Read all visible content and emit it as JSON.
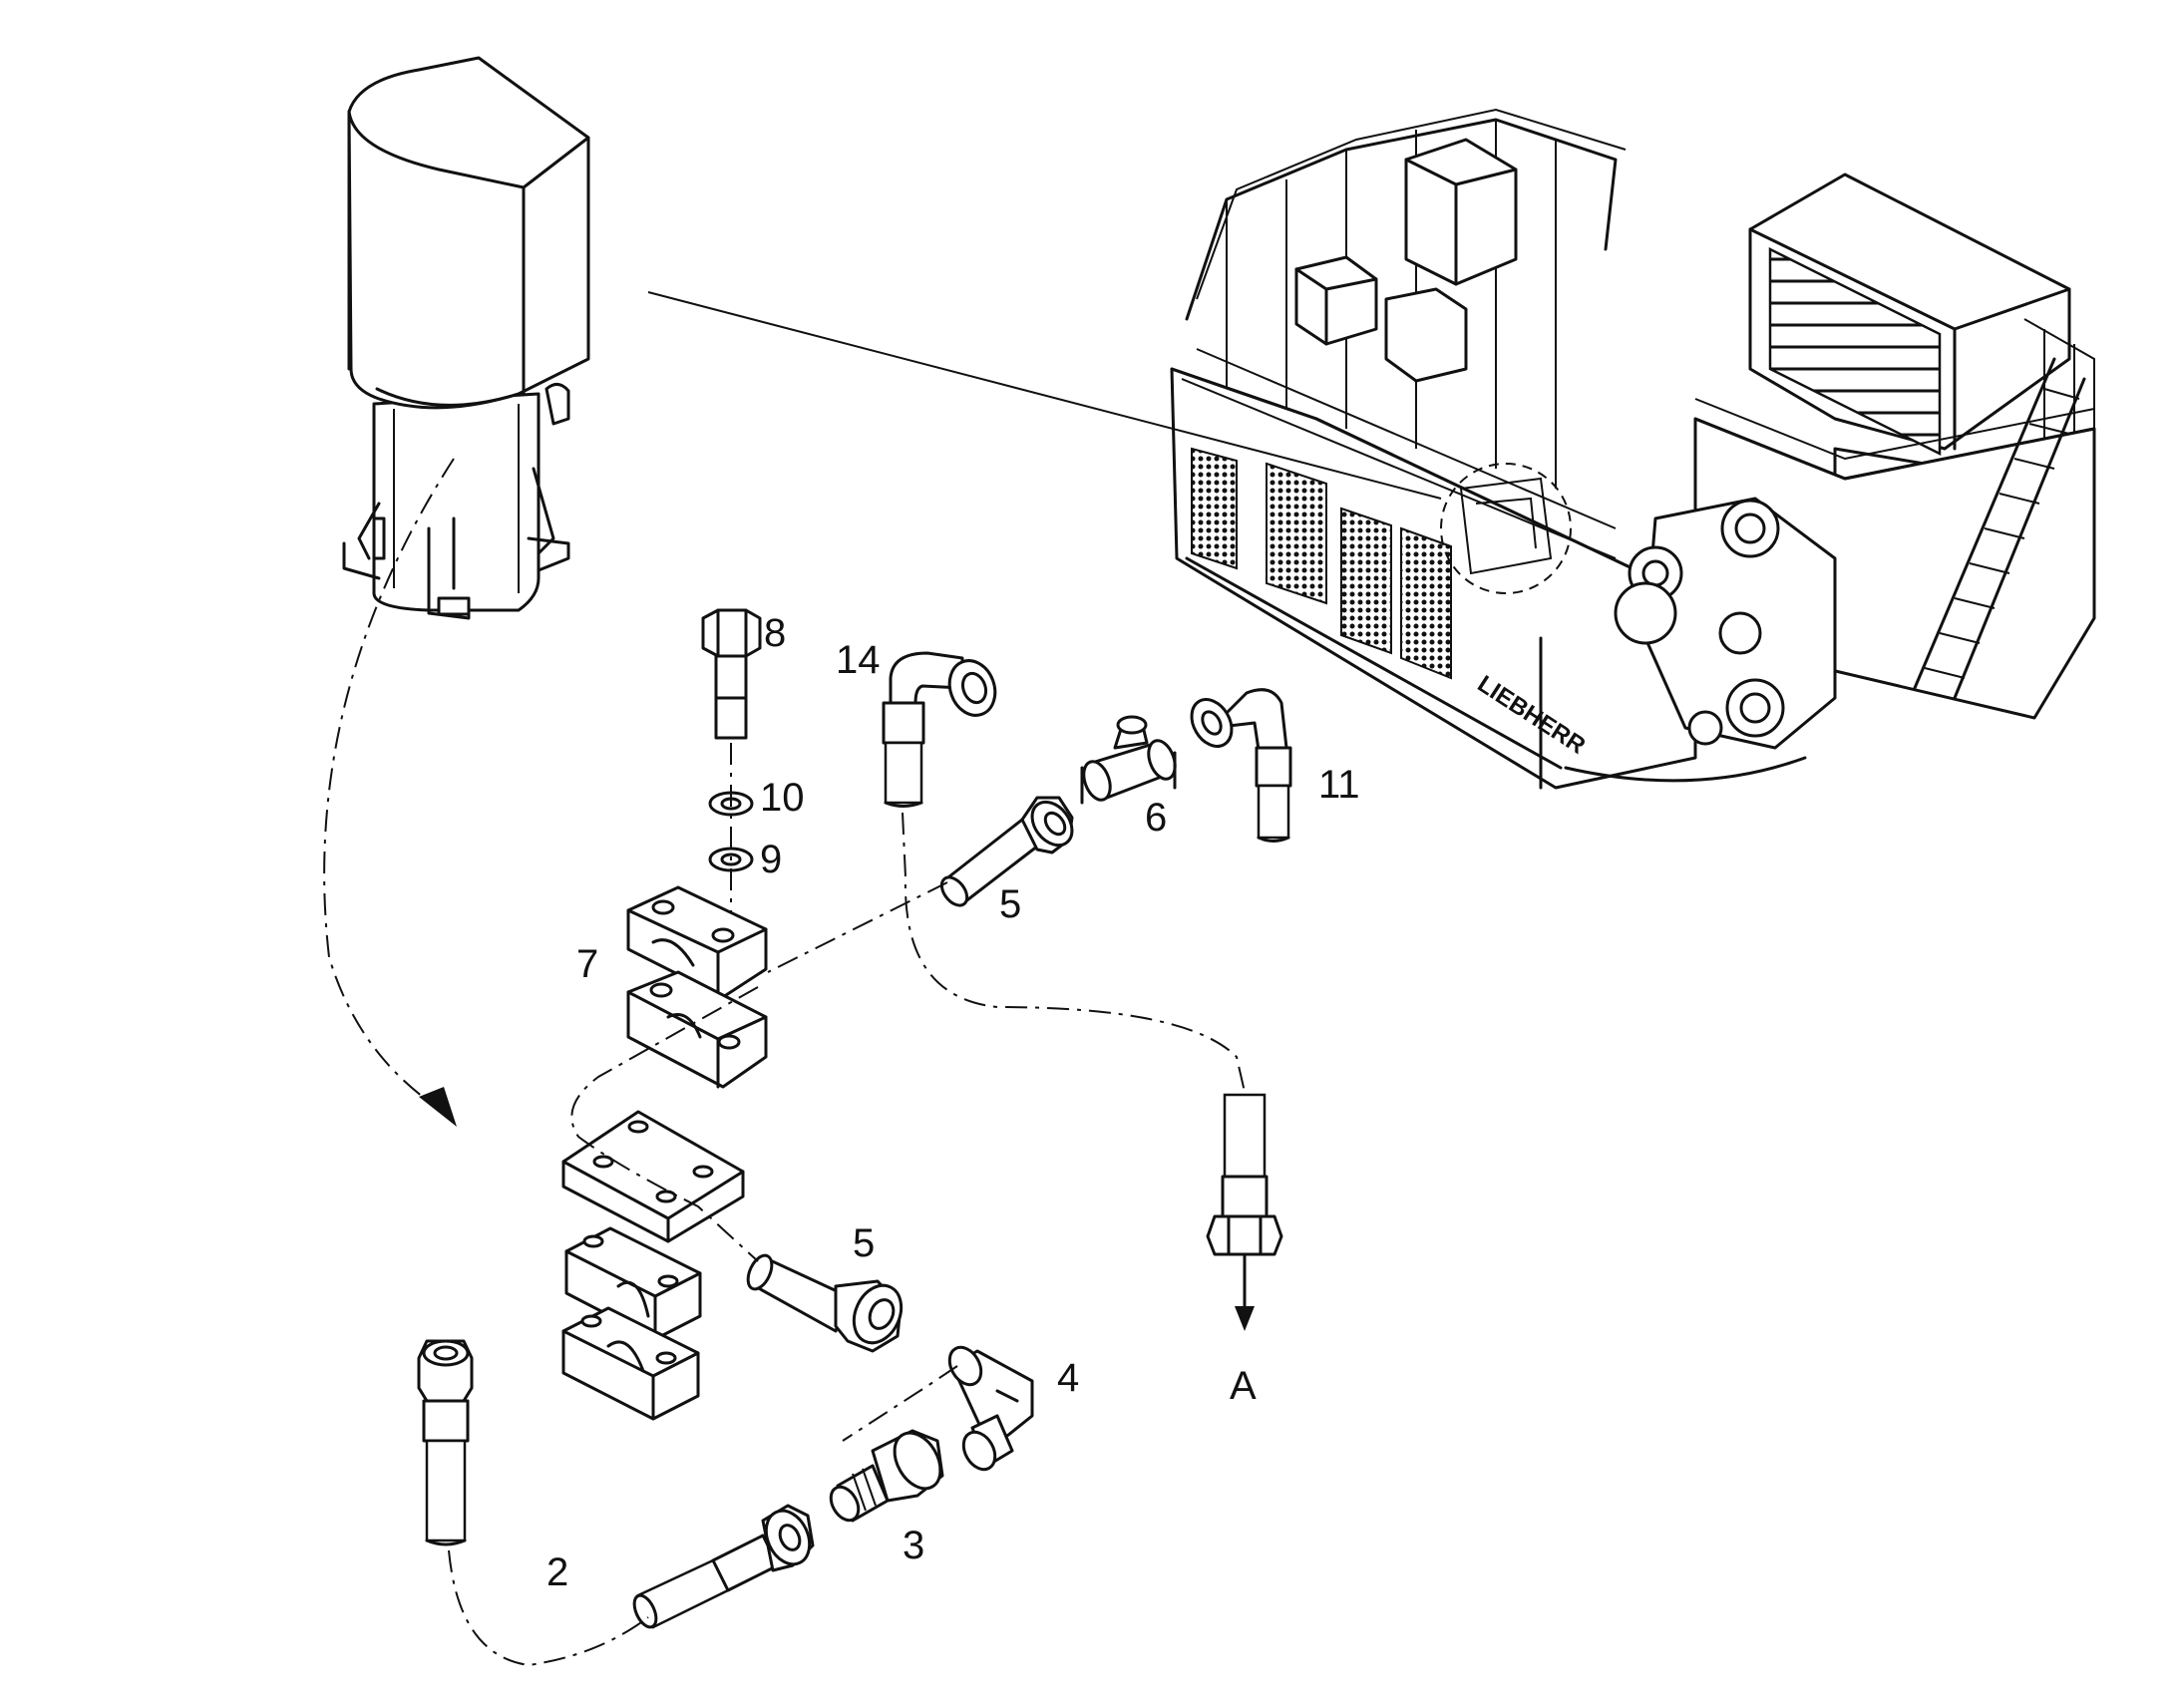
{
  "brand": "LIEBHERR",
  "callouts": {
    "p2": "2",
    "p3": "3",
    "p4": "4",
    "p5a": "5",
    "p5b": "5",
    "p6": "6",
    "p7": "7",
    "p8": "8",
    "p9": "9",
    "p10": "10",
    "p11": "11",
    "p14": "14",
    "arrowA": "A"
  }
}
